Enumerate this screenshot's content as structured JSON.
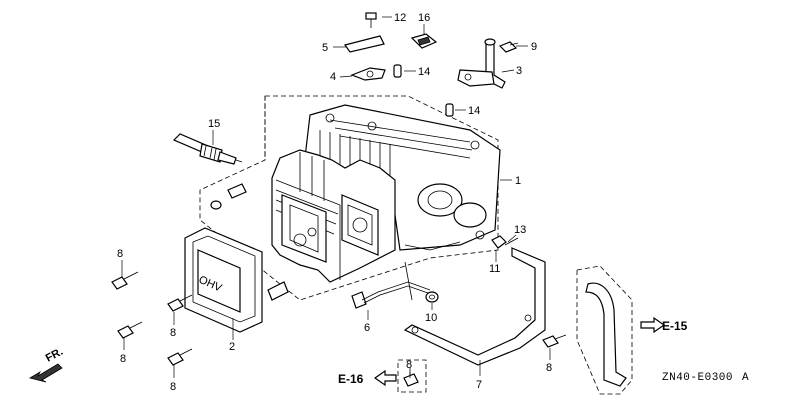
{
  "diagram": {
    "code": "ZN40-E0300",
    "code_suffix": "A",
    "direction_label": "FR.",
    "valve_cover_lettering": "OHV",
    "references": [
      {
        "id": "e15",
        "label": "E-15"
      },
      {
        "id": "e16",
        "label": "E-16"
      }
    ],
    "callouts": {
      "c1": "1",
      "c2": "2",
      "c3": "3",
      "c4": "4",
      "c5": "5",
      "c6": "6",
      "c7": "7",
      "c8a": "8",
      "c8b": "8",
      "c8c": "8",
      "c8d": "8",
      "c8e": "8",
      "c8f": "8",
      "c9": "9",
      "c10": "10",
      "c11": "11",
      "c12": "12",
      "c13": "13",
      "c14a": "14",
      "c14b": "14",
      "c15": "15",
      "c16": "16"
    }
  }
}
